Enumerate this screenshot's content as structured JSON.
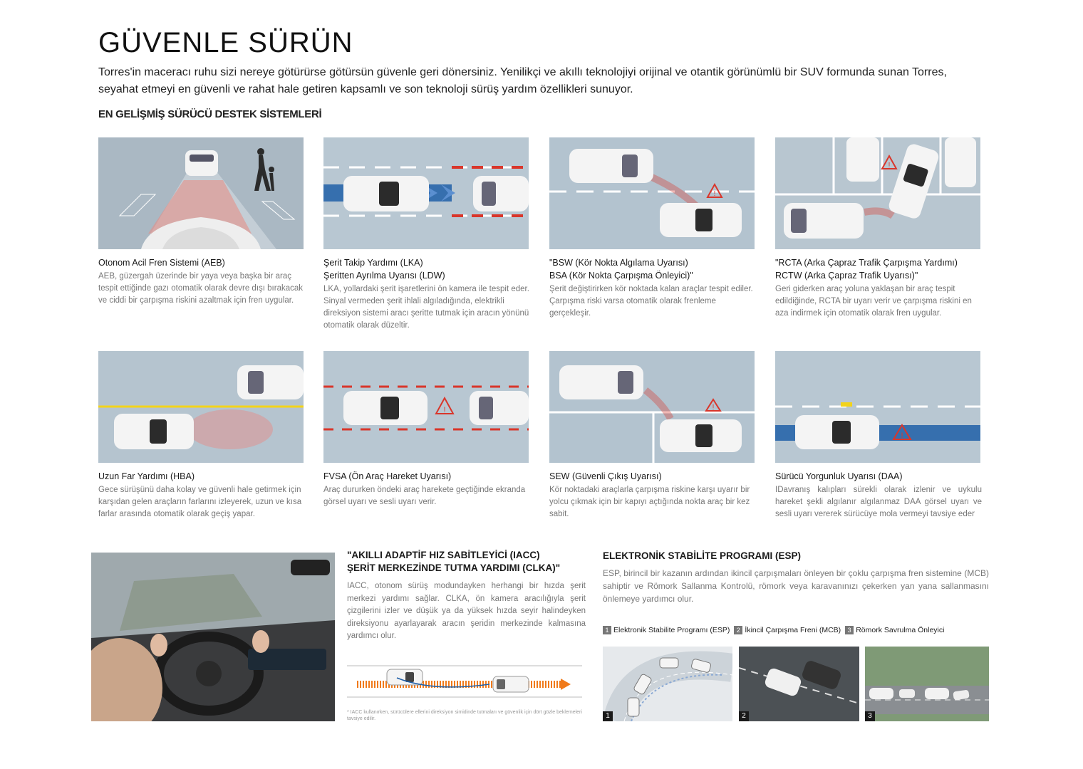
{
  "page": {
    "title": "GÜVENLE SÜRÜN",
    "intro": "Torres'in maceracı ruhu sizi nereye götürürse götürsün güvenle geri dönersiniz. Yenilikçi ve akıllı teknolojiyi orijinal ve otantik görünümlü bir SUV formunda sunan Torres, seyahat etmeyi en güvenli ve rahat hale getiren kapsamlı ve son teknoloji sürüş yardım özellikleri sunuyor.",
    "section_heading": "EN GELİŞMİŞ SÜRÜCÜ DESTEK SİSTEMLERİ"
  },
  "features": [
    {
      "title": "Otonom Acil Fren Sistemi (AEB)",
      "desc": "AEB, güzergah üzerinde bir yaya veya başka bir araç tespit ettiğinde gazı otomatik olarak devre dışı bırakacak ve ciddi bir çarpışma riskini azaltmak için fren uygular."
    },
    {
      "title": "Şerit Takip Yardımı (LKA)\nŞeritten Ayrılma Uyarısı (LDW)",
      "desc": "LKA, yollardaki şerit işaretlerini ön kamera ile tespit eder. Sinyal vermeden şerit ihlali algıladığında, elektrikli direksiyon sistemi aracı şeritte tutmak için aracın yönünü otomatik olarak düzeltir."
    },
    {
      "title": "\"BSW (Kör Nokta Algılama Uyarısı)\n  BSA (Kör Nokta Çarpışma Önleyici)\"",
      "desc": "Şerit değiştirirken kör noktada kalan araçlar tespit ediler. Çarpışma riski varsa otomatik olarak frenleme gerçekleşir."
    },
    {
      "title": "\"RCTA (Arka Çapraz Trafik Çarpışma Yardımı)\n  RCTW (Arka Çapraz Trafik Uyarısı)\"",
      "desc": "Geri giderken araç yoluna yaklaşan bir araç tespit edildiğinde, RCTA bir uyarı verir ve çarpışma riskini en aza indirmek için otomatik olarak fren uygular."
    },
    {
      "title": "Uzun Far Yardımı (HBA)",
      "desc": "Gece sürüşünü daha kolay ve güvenli hale getirmek için karşıdan gelen araçların farlarını izleyerek, uzun ve kısa farlar arasında otomatik olarak geçiş yapar."
    },
    {
      "title": "FVSA (Ön Araç Hareket Uyarısı)",
      "desc": "Araç dururken öndeki araç harekete geçtiğinde ekranda görsel uyarı ve sesli uyarı verir."
    },
    {
      "title": "SEW (Güvenli Çıkış Uyarısı)",
      "desc": "Kör noktadaki araçlarla çarpışma riskine karşı uyarır bir yolcu çıkmak için bir kapıyı açtığında nokta araç bir kez sabit."
    },
    {
      "title": "Sürücü Yorgunluk Uyarısı (DAA)",
      "desc": "IDavranış kalıpları sürekli olarak izlenir ve uykulu hareket şekli algılanır algılanmaz DAA görsel uyarı ve sesli uyarı vererek sürücüye mola vermeyi tavsiye eder"
    }
  ],
  "iacc": {
    "title": "\"AKILLI ADAPTİF HIZ SABİTLEYİCİ (IACC)\nŞERİT MERKEZİNDE TUTMA YARDIMI (CLKA)\"",
    "desc": "IACC, otonom sürüş modundayken herhangi bir hızda şerit merkezi yardımı sağlar. CLKA, ön kamera aracılığıyla şerit çizgilerini izler ve düşük ya da yüksek hızda seyir halindeyken direksiyonu ayarlayarak aracın şeridin merkezinde kalmasına yardımcı olur.",
    "note": "* IACC kullanırken, sürücülere ellerini direksiyon simidinde tutmaları ve güvenlik için dört gözle beklemeleri tavsiye edilir."
  },
  "esp": {
    "title": "ELEKTRONİK STABİLİTE PROGRAMI (ESP)",
    "desc": "ESP, birincil bir kazanın ardından ikincil çarpışmaları önleyen bir çoklu çarpışma fren sistemine (MCB) sahiptir ve Römork Sallanma Kontrolü, römork veya karavanınızı çekerken yan yana sallanmasını önlemeye yardımcı olur.",
    "items": [
      {
        "num": "1",
        "label": "Elektronik Stabilite Programı (ESP)"
      },
      {
        "num": "2",
        "label": "İkincil Çarpışma Freni (MCB)"
      },
      {
        "num": "3",
        "label": "Römork Savrulma Önleyici"
      }
    ]
  },
  "colors": {
    "accent_blue": "#1f5fa8",
    "warning_red": "#d9362b",
    "lane_yellow": "#f2d31b",
    "iacc_orange": "#f07a1a"
  }
}
